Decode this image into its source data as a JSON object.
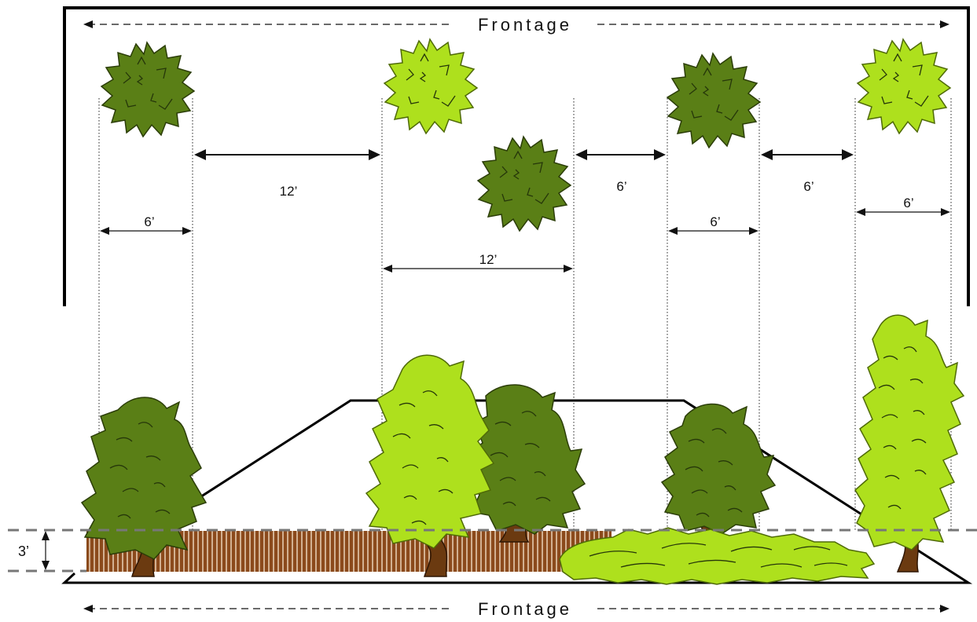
{
  "labels": {
    "frontage_top": "Frontage",
    "frontage_bottom": "Frontage",
    "height_3ft": "3’"
  },
  "dimensions": {
    "tree1_width": "6’",
    "gap_1_2": "12’",
    "mid_span": "12’",
    "gap_3_4": "6’",
    "tree4_width": "6’",
    "gap_4_5": "6’",
    "tree5_width": "6’"
  },
  "colors": {
    "dark_green": "#5a7f16",
    "light_green": "#aee01d",
    "trunk_brown": "#6b3a10",
    "fence_brown": "#8b4a1c"
  }
}
